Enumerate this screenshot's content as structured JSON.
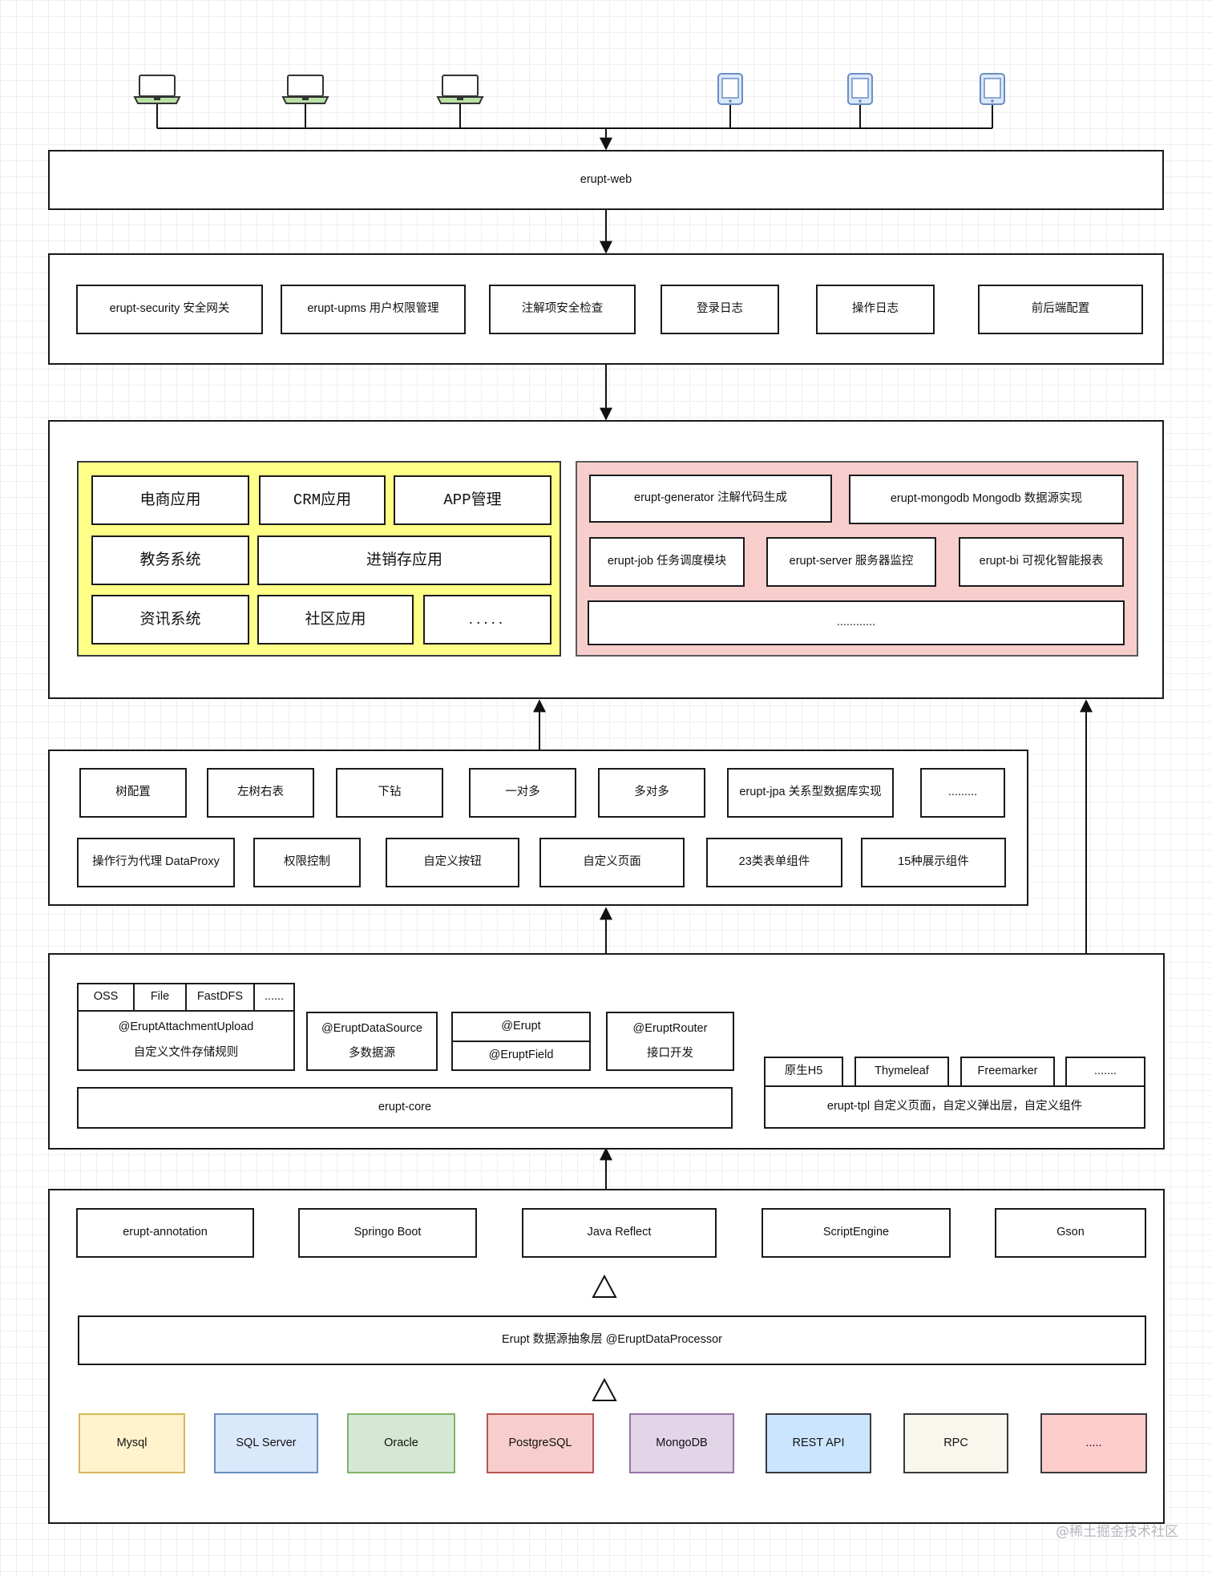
{
  "colors": {
    "laptop_screen": "#b9e0a5",
    "tablet": "#7ea6e0",
    "yellow_group": "#ffff88",
    "pink_group": "#f8cecc",
    "mysql": "#fff2cc",
    "sqlserver": "#dae8fc",
    "oracle": "#d5e8d4",
    "postgresql": "#f8cecc",
    "mongodb": "#e1d5e7",
    "restapi": "#cce5ff",
    "rpc": "#f9f7ed",
    "more": "#ffcccc"
  },
  "clients": {
    "laptops": [
      {
        "icon": "laptop-icon"
      },
      {
        "icon": "laptop-icon"
      },
      {
        "icon": "laptop-icon"
      }
    ],
    "tablets": [
      {
        "icon": "tablet-icon"
      },
      {
        "icon": "tablet-icon"
      },
      {
        "icon": "tablet-icon"
      }
    ]
  },
  "web_layer": {
    "label": "erupt-web"
  },
  "security_layer": {
    "items": [
      "erupt-security 安全网关",
      "erupt-upms 用户权限管理",
      "注解项安全检查",
      "登录日志",
      "操作日志",
      "前后端配置"
    ]
  },
  "apps_layer": {
    "yellow": [
      "电商应用",
      "CRM应用",
      "APP管理",
      "教务系统",
      "进销存应用",
      "资讯系统",
      "社区应用",
      "....."
    ],
    "pink": [
      "erupt-generator 注解代码生成",
      "erupt-mongodb Mongodb 数据源实现",
      "erupt-job 任务调度模块",
      "erupt-server 服务器监控",
      "erupt-bi 可视化智能报表",
      "............"
    ]
  },
  "features_layer": {
    "row1": [
      "树配置",
      "左树右表",
      "下钻",
      "一对多",
      "多对多",
      "erupt-jpa 关系型数据库实现",
      "........."
    ],
    "row2": [
      "操作行为代理 DataProxy",
      "权限控制",
      "自定义按钮",
      "自定义页面",
      "23类表单组件",
      "15种展示组件"
    ]
  },
  "core_layer": {
    "storage_types": [
      "OSS",
      "File",
      "FastDFS",
      "......"
    ],
    "attachment": {
      "line1": "@EruptAttachmentUpload",
      "line2": "自定义文件存储规则"
    },
    "datasource": {
      "line1": "@EruptDataSource",
      "line2": "多数据源"
    },
    "erupt_annotation": "@Erupt",
    "erupt_field": "@EruptField",
    "router": {
      "line1": "@EruptRouter",
      "line2": "接口开发"
    },
    "core": "erupt-core",
    "tpl_types": [
      "原生H5",
      "Thymeleaf",
      "Freemarker",
      "......."
    ],
    "tpl": "erupt-tpl 自定义页面，自定义弹出层，自定义组件"
  },
  "base_layer": {
    "libs": [
      "erupt-annotation",
      "Springo Boot",
      "Java Reflect",
      "ScriptEngine",
      "Gson"
    ],
    "abstraction": "Erupt 数据源抽象层 @EruptDataProcessor",
    "datasources": [
      "Mysql",
      "SQL Server",
      "Oracle",
      "PostgreSQL",
      "MongoDB",
      "REST API",
      "RPC",
      "....."
    ]
  },
  "watermark": "@稀土掘金技术社区"
}
